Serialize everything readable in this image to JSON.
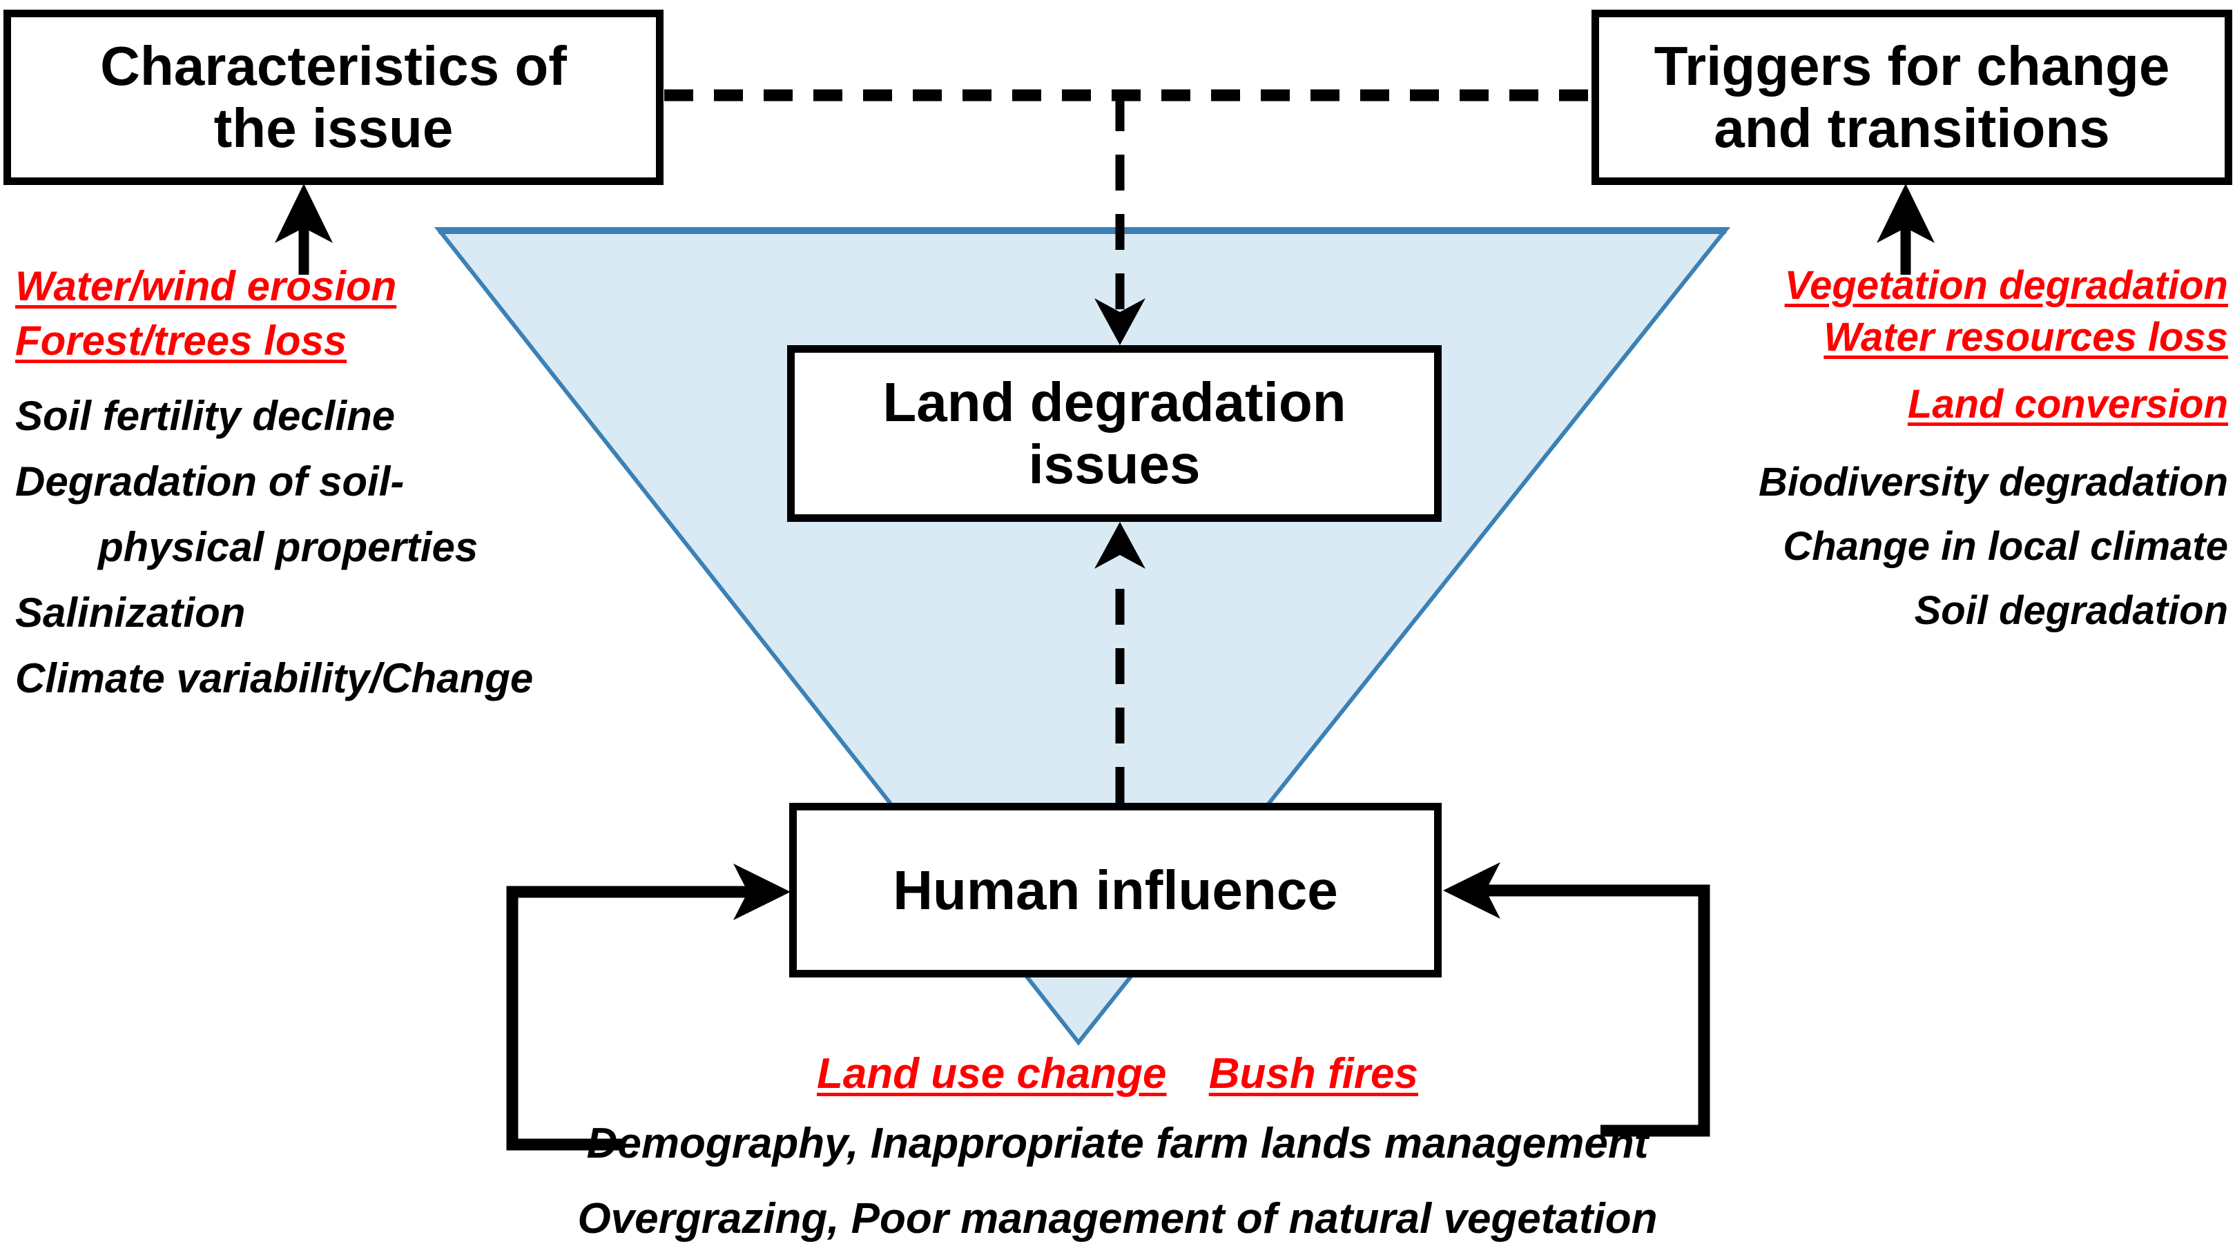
{
  "diagram": {
    "title": "Land degradation conceptual framework",
    "colors": {
      "triangle_fill": "#daeaf5",
      "triangle_stroke": "#3c81b5",
      "highlight_red": "#ff0000",
      "box_border": "#000000",
      "text_black": "#000000",
      "background": "#ffffff"
    }
  },
  "boxes": {
    "characteristics": {
      "line1": "Characteristics of",
      "line2": "the issue"
    },
    "triggers": {
      "line1": "Triggers for change",
      "line2": "and transitions"
    },
    "land_degradation": {
      "line1": "Land degradation",
      "line2": "issues"
    },
    "human_influence": {
      "line1": "Human influence"
    }
  },
  "left_list": {
    "highlighted": [
      "Water/wind  erosion",
      "Forest/trees loss"
    ],
    "plain": [
      "Soil fertility decline",
      "Degradation of soil-",
      "physical properties",
      "Salinization",
      "Climate variability/Change"
    ]
  },
  "right_list": {
    "highlighted": [
      "Vegetation degradation",
      "Water resources loss",
      "Land conversion "
    ],
    "plain": [
      "Biodiversity degradation",
      "Change in local climate",
      "Soil degradation"
    ]
  },
  "bottom_list": {
    "highlighted": [
      "Land use change",
      "Bush fires"
    ],
    "plain": [
      "Demography,  Inappropriate farm lands management",
      "Overgrazing,   Poor management of natural vegetation"
    ]
  },
  "connectors": {
    "dashed_top_link": "dashed-link-characteristics-to-triggers",
    "dashed_down_to_land_degradation": "dashed-arrow-down",
    "dashed_up_from_human_influence": "dashed-arrow-up",
    "arrow_into_characteristics": "solid-arrow-up-left",
    "arrow_into_triggers": "solid-arrow-up-right",
    "feedback_left": "feedback-loop-left",
    "feedback_right": "feedback-loop-right"
  }
}
